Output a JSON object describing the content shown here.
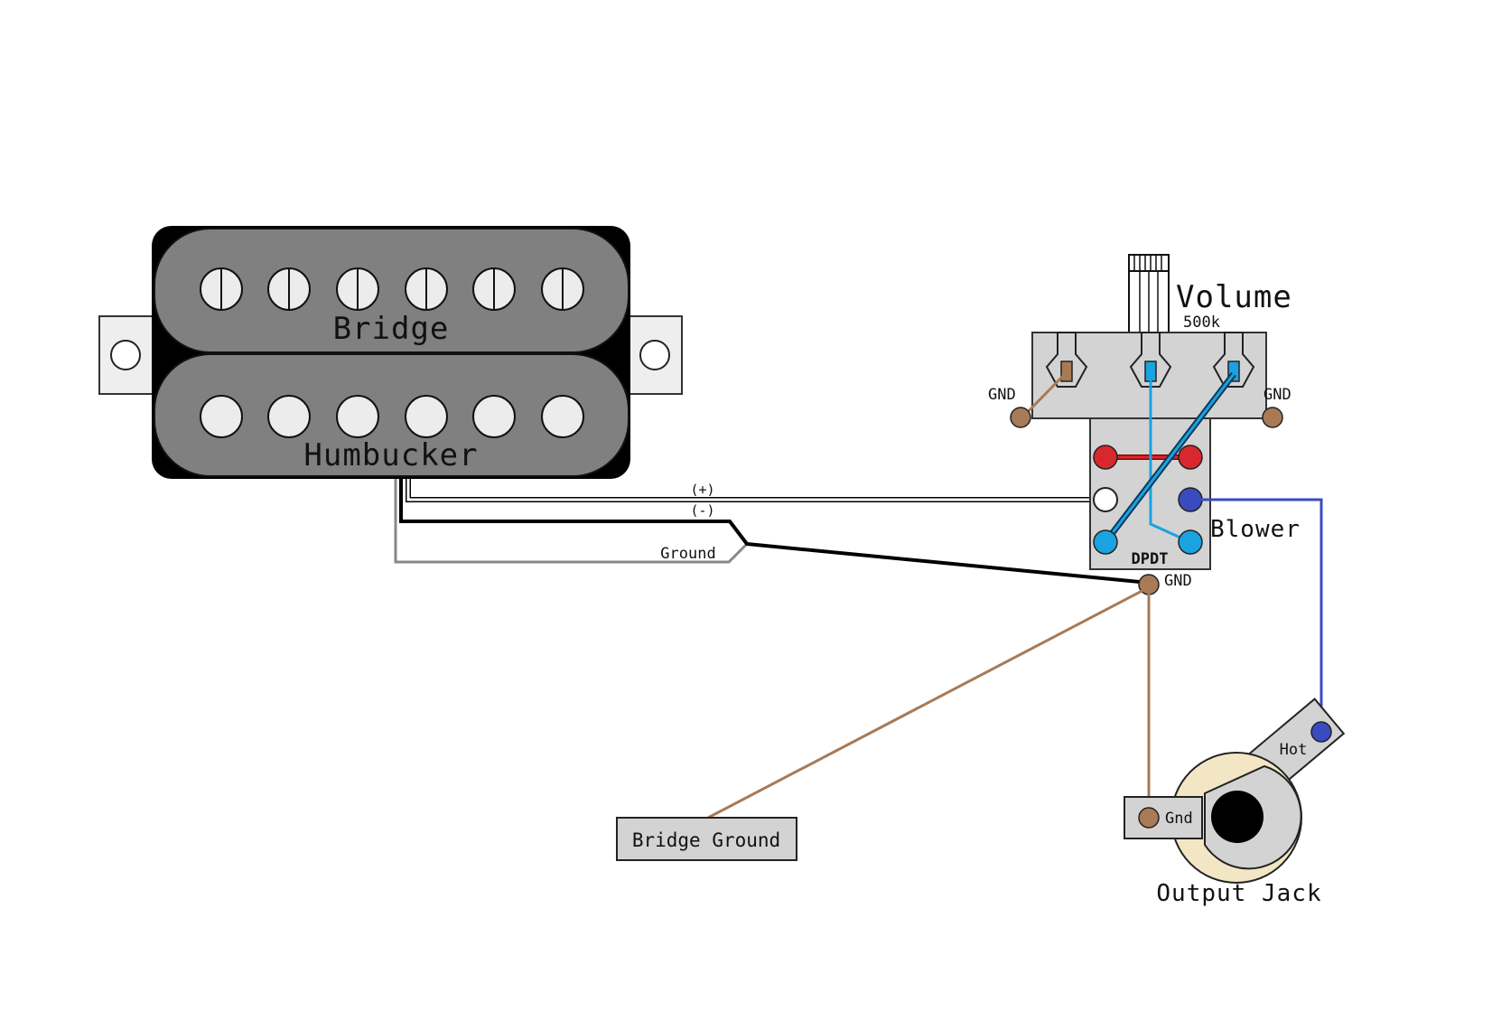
{
  "pickup": {
    "top_label": "Bridge",
    "bottom_label": "Humbucker"
  },
  "wires": {
    "plus": "(+)",
    "minus": "(-)",
    "ground": "Ground"
  },
  "pot": {
    "title": "Volume",
    "value": "500k",
    "gnd_left": "GND",
    "gnd_right": "GND"
  },
  "switch": {
    "label": "DPDT",
    "gnd": "GND",
    "name": "Blower"
  },
  "jack": {
    "hot": "Hot",
    "gnd": "Gnd",
    "label": "Output Jack"
  },
  "bridge_ground": {
    "label": "Bridge Ground"
  },
  "colors": {
    "brown": "#a87a55",
    "red": "#d8282e",
    "light_blue": "#1aa3e0",
    "dark_blue": "#3a4bbf",
    "pickup_gray": "#808080",
    "pot_gray": "#d3d3d3",
    "jack_cream": "#f3e6c4"
  }
}
